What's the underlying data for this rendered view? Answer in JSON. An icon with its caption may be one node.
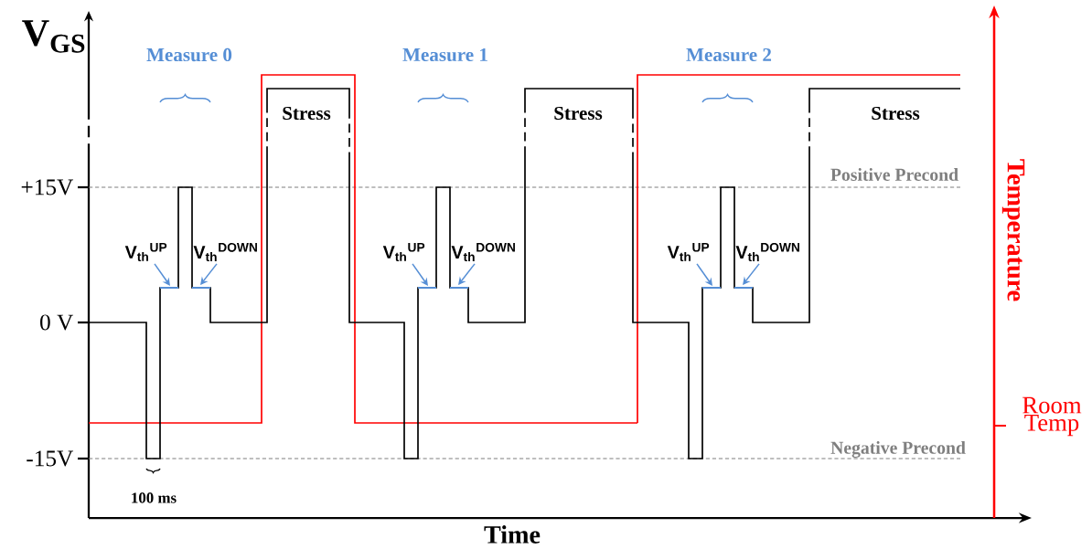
{
  "diagram": {
    "nodes": [
      {
        "text": [
          "V$_{th}$$^{UP}$"
        ]
      },
      {
        "text": [
          "V$_{th}$$^{DOWN}$"
        ]
      },
      {
        "text": [
          "V$_{th}$$^{UP}$"
        ]
      },
      {
        "text": [
          "V$_{th}$$^{DOWN}$"
        ]
      },
      {
        "text": [
          "V$_{th}$$^{UP}$"
        ]
      },
      {
        "text": [
          "V$_{th}$$^{DOWN}$"
        ]
      }
    ],
    "edges": [
      {
        "from": 0,
        "to": null,
        "arrow": "to"
      },
      {
        "from": 1,
        "to": null,
        "arrow": "to"
      },
      {
        "from": 2,
        "to": null,
        "arrow": "to"
      },
      {
        "from": 3,
        "to": null,
        "arrow": "to"
      },
      {
        "from": 4,
        "to": null,
        "arrow": "to"
      },
      {
        "from": 5,
        "to": null,
        "arrow": "to"
      }
    ],
    "labels": [
      "V$_{GS}$",
      "Measure 0",
      "Measure 1",
      "Measure 2",
      "Stress",
      "Stress",
      "Stress",
      "Positive Precond",
      "Temperature",
      "+15V",
      "0 V",
      "Room Temp",
      "-15V",
      "Negative Precond",
      "100 ms",
      "Time"
    ]
  }
}
